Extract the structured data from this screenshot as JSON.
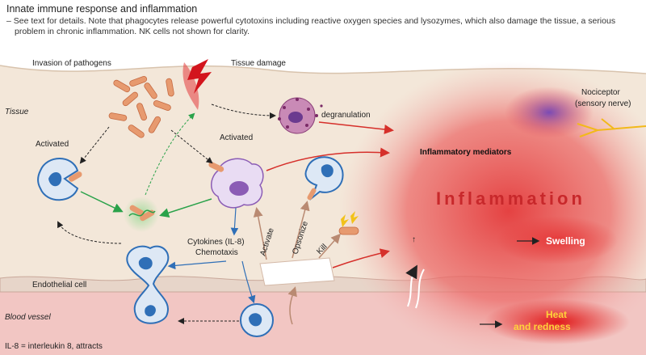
{
  "header": {
    "title": "Innate immune response and inflammation",
    "note": "– See text for details. Note that phagocytes release powerful cytotoxins including reactive oxygen species and lysozymes, which also damage the tissue, a serious problem in chronic inflammation. NK cells not shown for clarity."
  },
  "labels": {
    "invasion": "Invasion of pathogens",
    "tissue_damage": "Tissue damage",
    "tissue": "Tissue",
    "degranulation": "degranulation",
    "nociceptor_1": "Nociceptor",
    "nociceptor_2": "(sensory nerve)",
    "activated_left": "Activated",
    "activated_mid": "Activated",
    "mediators": "Inflammatory mediators",
    "inflammation": "Inflammation",
    "opsonize": "Opsonize",
    "activate": "Activate",
    "kill": "Kill",
    "cytokines_1": "Cytokines (IL-8)",
    "cytokines_2": "Chemotaxis",
    "swelling": "Swelling",
    "endothelial": "Endothelial cell",
    "blood_vessel": "Blood vessel",
    "heat_1": "Heat",
    "heat_2": "and redness",
    "footnote": "IL-8 = interleukin 8, attracts",
    "up_arrow": "↑"
  },
  "colors": {
    "tissue": "#f3e7d9",
    "vessel": "#f2c6c3",
    "inflammation": "#e8423e",
    "phagocyte": "#2f6fb7",
    "arrow_red": "#d6302b",
    "arrow_green": "#2aa24a"
  }
}
